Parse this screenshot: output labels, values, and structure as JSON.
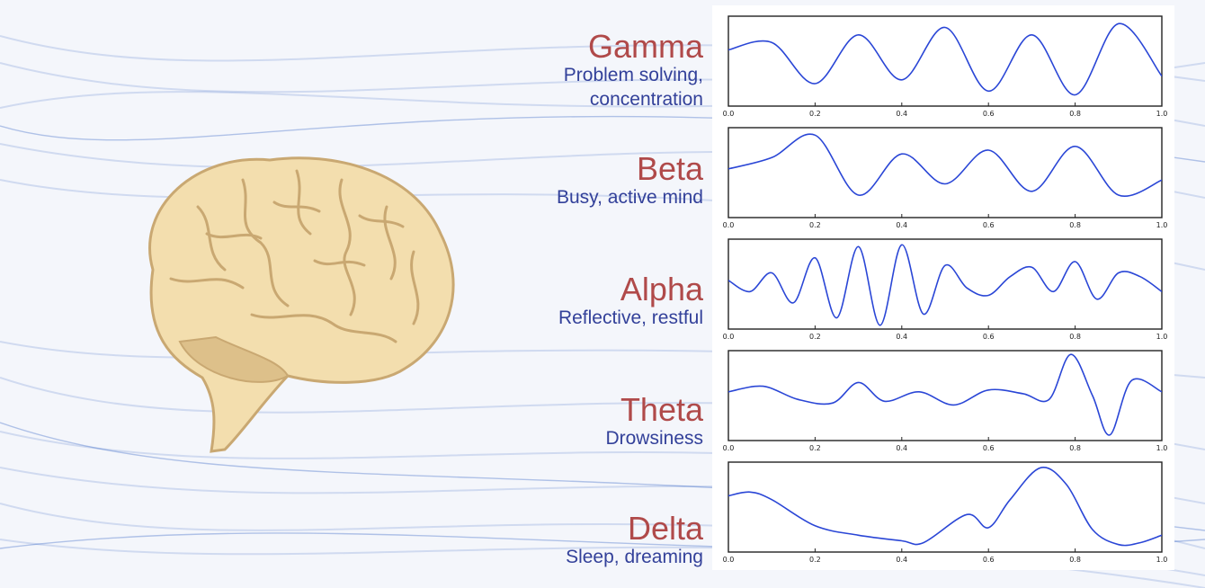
{
  "bands": [
    {
      "name": "Gamma",
      "description_lines": [
        "Problem solving,",
        "concentration"
      ]
    },
    {
      "name": "Beta",
      "description_lines": [
        "Busy, active mind"
      ]
    },
    {
      "name": "Alpha",
      "description_lines": [
        "Reflective, restful"
      ]
    },
    {
      "name": "Theta",
      "description_lines": [
        "Drowsiness"
      ]
    },
    {
      "name": "Delta",
      "description_lines": [
        "Sleep, dreaming"
      ]
    }
  ],
  "colors": {
    "band_name": "#b04a4a",
    "band_description": "#33419a",
    "wave_line": "#2a46d6",
    "brain_fill": "#f3deae",
    "brain_shadow": "#c9a872",
    "background_strands": "#2f5fc4"
  },
  "chart_data": [
    {
      "type": "line",
      "band": "Gamma",
      "xlim": [
        0.0,
        1.0
      ],
      "ylim": [
        -1.2,
        1.2
      ],
      "x_ticks": [
        "0.0",
        "0.2",
        "0.4",
        "0.6",
        "0.8",
        "1.0"
      ],
      "series": [
        {
          "x": [
            0,
            0.1,
            0.2,
            0.3,
            0.4,
            0.5,
            0.6,
            0.7,
            0.8,
            0.9,
            1.0
          ],
          "y": [
            0.3,
            0.5,
            -0.6,
            0.7,
            -0.5,
            0.9,
            -0.8,
            0.7,
            -0.9,
            1.0,
            -0.4
          ]
        }
      ]
    },
    {
      "type": "line",
      "band": "Beta",
      "xlim": [
        0.0,
        1.0
      ],
      "ylim": [
        -1.2,
        1.2
      ],
      "x_ticks": [
        "0.0",
        "0.2",
        "0.4",
        "0.6",
        "0.8",
        "1.0"
      ],
      "series": [
        {
          "x": [
            0,
            0.1,
            0.2,
            0.3,
            0.4,
            0.5,
            0.6,
            0.7,
            0.8,
            0.9,
            1.0
          ],
          "y": [
            0.1,
            0.4,
            1.0,
            -0.6,
            0.5,
            -0.3,
            0.6,
            -0.5,
            0.7,
            -0.6,
            -0.2
          ]
        }
      ]
    },
    {
      "type": "line",
      "band": "Alpha",
      "xlim": [
        0.0,
        1.0
      ],
      "ylim": [
        -1.2,
        1.2
      ],
      "x_ticks": [
        "0.0",
        "0.2",
        "0.4",
        "0.6",
        "0.8",
        "1.0"
      ],
      "series": [
        {
          "x": [
            0,
            0.05,
            0.1,
            0.15,
            0.2,
            0.25,
            0.3,
            0.35,
            0.4,
            0.45,
            0.5,
            0.55,
            0.6,
            0.65,
            0.7,
            0.75,
            0.8,
            0.85,
            0.9,
            0.95,
            1.0
          ],
          "y": [
            0.1,
            -0.2,
            0.3,
            -0.5,
            0.7,
            -0.9,
            1.0,
            -1.1,
            1.05,
            -0.8,
            0.5,
            -0.1,
            -0.3,
            0.2,
            0.45,
            -0.2,
            0.6,
            -0.4,
            0.3,
            0.2,
            -0.2
          ]
        }
      ]
    },
    {
      "type": "line",
      "band": "Theta",
      "xlim": [
        0.0,
        1.0
      ],
      "ylim": [
        -1.2,
        1.2
      ],
      "x_ticks": [
        "0.0",
        "0.2",
        "0.4",
        "0.6",
        "0.8",
        "1.0"
      ],
      "series": [
        {
          "x": [
            0,
            0.08,
            0.16,
            0.24,
            0.3,
            0.36,
            0.44,
            0.52,
            0.6,
            0.68,
            0.74,
            0.79,
            0.84,
            0.88,
            0.93,
            1.0
          ],
          "y": [
            0.1,
            0.25,
            -0.1,
            -0.2,
            0.35,
            -0.15,
            0.1,
            -0.25,
            0.15,
            0.05,
            -0.1,
            1.1,
            0.0,
            -1.05,
            0.4,
            0.1
          ]
        }
      ]
    },
    {
      "type": "line",
      "band": "Delta",
      "xlim": [
        0.0,
        1.0
      ],
      "ylim": [
        -1.2,
        1.2
      ],
      "x_ticks": [
        "0.0",
        "0.2",
        "0.4",
        "0.6",
        "0.8",
        "1.0"
      ],
      "series": [
        {
          "x": [
            0,
            0.05,
            0.1,
            0.2,
            0.3,
            0.4,
            0.45,
            0.55,
            0.6,
            0.65,
            0.72,
            0.78,
            0.84,
            0.9,
            0.95,
            1.0
          ],
          "y": [
            0.3,
            0.4,
            0.2,
            -0.5,
            -0.75,
            -0.9,
            -0.95,
            -0.2,
            -0.55,
            0.2,
            1.05,
            0.6,
            -0.6,
            -1.0,
            -0.95,
            -0.75
          ]
        }
      ]
    }
  ]
}
